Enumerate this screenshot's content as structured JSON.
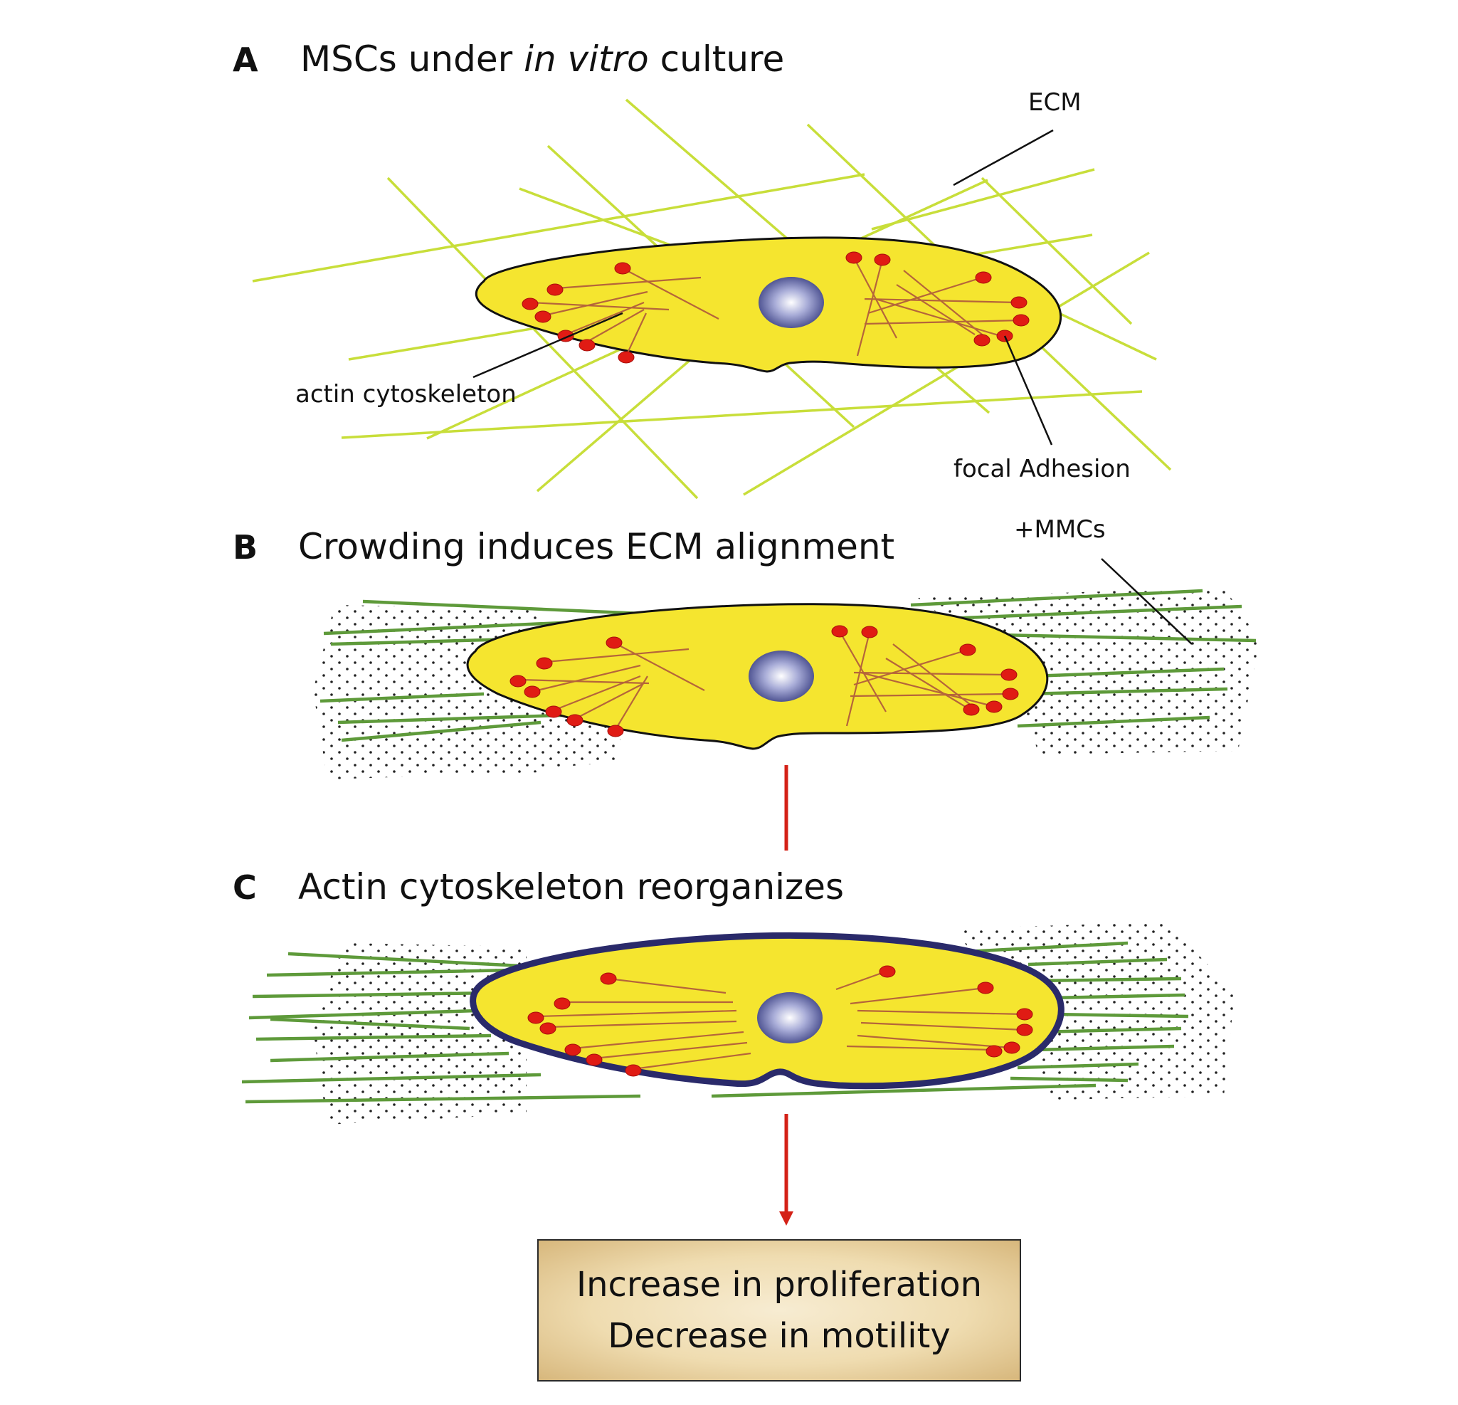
{
  "panels": [
    {
      "letter": "A",
      "title_prefix": "MSCs under ",
      "title_italic": "in vitro",
      "title_suffix": " culture"
    },
    {
      "letter": "B",
      "title": "Crowding induces ECM alignment"
    },
    {
      "letter": "C",
      "title": "Actin cytoskeleton reorganizes"
    }
  ],
  "labels": {
    "ecm": "ECM",
    "actin": "actin cytoskeleton",
    "focal": "focal Adhesion",
    "mmcs": "+MMCs"
  },
  "outcome": {
    "line1": "Increase in proliferation",
    "line2": "Decrease in motility"
  },
  "colors": {
    "ecm_light": "#c8de3a",
    "ecm_dark": "#5e9a3a",
    "cell_fill": "#f5e52f",
    "actin": "#b5653a",
    "focal_adhesion": "#e01b14",
    "nucleus": "#545a9a",
    "cell_border_c": "#2a2a6a",
    "arrow": "#d42117",
    "box": "#efdcb0"
  }
}
